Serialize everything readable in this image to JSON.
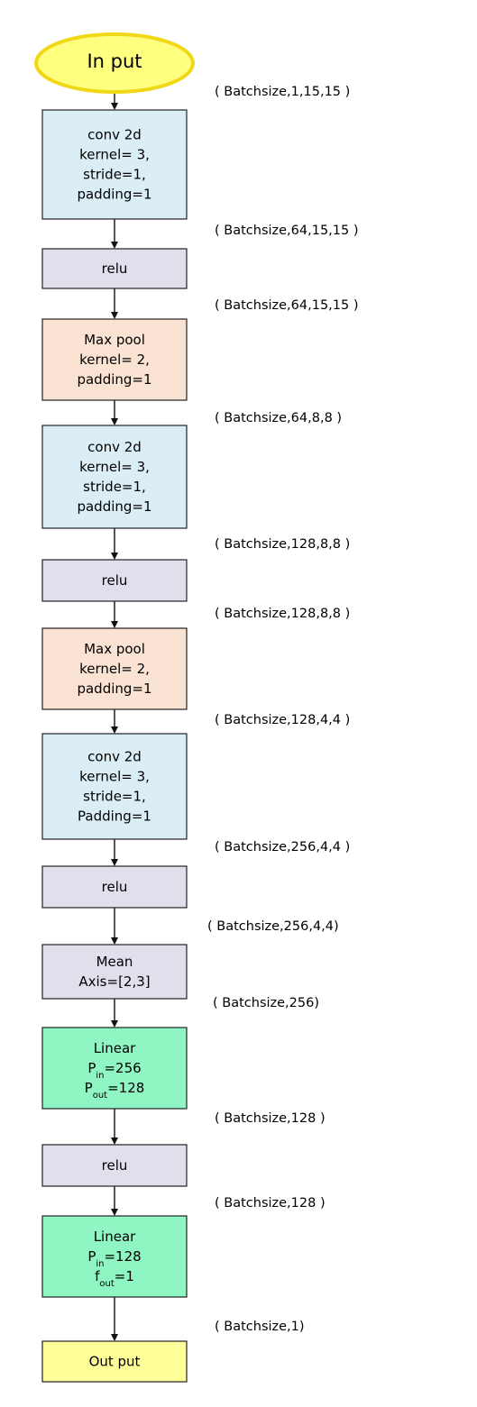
{
  "colors": {
    "conv": "#dbeef5",
    "relu": "#e2dfed",
    "pool": "#fbe3d3",
    "linear": "#8ff5c2",
    "mean": "#e2dfed",
    "input_fill": "#ffff80",
    "input_stroke": "#f1d816",
    "output": "#ffff9a",
    "border": "#222222"
  },
  "nodes": [
    {
      "id": "input",
      "kind": "input",
      "lines": [
        "In put"
      ]
    },
    {
      "id": "conv1",
      "kind": "conv",
      "lines": [
        "conv 2d",
        "kernel= 3,",
        "stride=1,",
        "padding=1"
      ]
    },
    {
      "id": "relu1",
      "kind": "relu",
      "lines": [
        "relu"
      ]
    },
    {
      "id": "pool1",
      "kind": "pool",
      "lines": [
        "Max pool",
        "kernel= 2,",
        "padding=1"
      ]
    },
    {
      "id": "conv2",
      "kind": "conv",
      "lines": [
        "conv 2d",
        "kernel= 3,",
        "stride=1,",
        "padding=1"
      ]
    },
    {
      "id": "relu2",
      "kind": "relu",
      "lines": [
        "relu"
      ]
    },
    {
      "id": "pool2",
      "kind": "pool",
      "lines": [
        "Max pool",
        "kernel= 2,",
        "padding=1"
      ]
    },
    {
      "id": "conv3",
      "kind": "conv",
      "lines": [
        "conv 2d",
        "kernel= 3,",
        "stride=1,",
        "Padding=1"
      ]
    },
    {
      "id": "relu3",
      "kind": "relu",
      "lines": [
        "relu"
      ]
    },
    {
      "id": "mean",
      "kind": "mean",
      "lines": [
        "Mean",
        "Axis=[2,3]"
      ]
    },
    {
      "id": "linear1",
      "kind": "linear",
      "lines": [
        [
          {
            "t": "Linear"
          }
        ],
        [
          {
            "t": "P"
          },
          {
            "t": "in",
            "sub": true
          },
          {
            "t": "=256"
          }
        ],
        [
          {
            "t": "P"
          },
          {
            "t": "out",
            "sub": true
          },
          {
            "t": "=128"
          }
        ]
      ]
    },
    {
      "id": "relu4",
      "kind": "relu",
      "lines": [
        "relu"
      ]
    },
    {
      "id": "linear2",
      "kind": "linear",
      "lines": [
        [
          {
            "t": "Linear"
          }
        ],
        [
          {
            "t": "P"
          },
          {
            "t": "in",
            "sub": true
          },
          {
            "t": "=128"
          }
        ],
        [
          {
            "t": "f"
          },
          {
            "t": "out",
            "sub": true
          },
          {
            "t": "=1"
          }
        ]
      ]
    },
    {
      "id": "output",
      "kind": "output",
      "lines": [
        "Out put"
      ]
    }
  ],
  "shapes": [
    "( Batchsize,1,15,15 )",
    "( Batchsize,64,15,15 )",
    "( Batchsize,64,15,15 )",
    "( Batchsize,64,8,8 )",
    "( Batchsize,128,8,8 )",
    "( Batchsize,128,8,8 )",
    "( Batchsize,128,4,4 )",
    "( Batchsize,256,4,4 )",
    "( Batchsize,256,4,4)",
    "( Batchsize,256)",
    "( Batchsize,128 )",
    "( Batchsize,128 )",
    "( Batchsize,1)"
  ]
}
